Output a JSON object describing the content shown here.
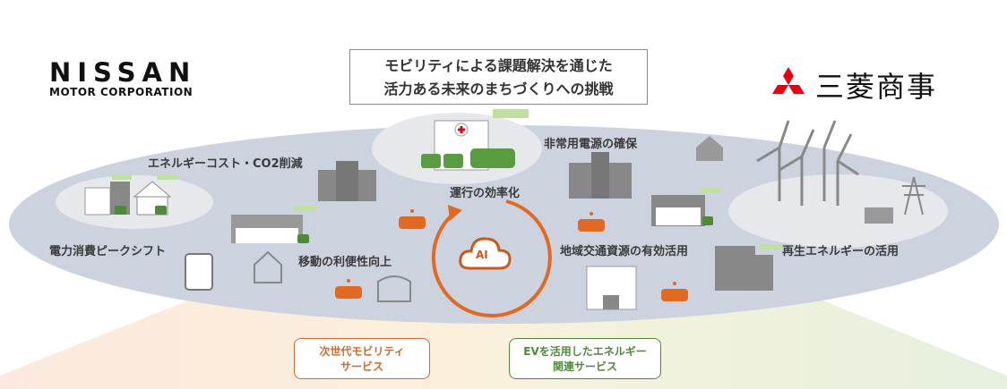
{
  "logos": {
    "nissan": {
      "name": "NISSAN",
      "sub": "MOTOR CORPORATION"
    },
    "mitsubishi": {
      "name": "三菱商事"
    }
  },
  "title": {
    "line1": "モビリティによる課題解決を通じた",
    "line2": "活力ある未来のまちづくりへの挑戦"
  },
  "labels": {
    "energy_cost": "エネルギーコスト・CO2削減",
    "peak_shift": "電力消費ピークシフト",
    "mobility_convenience": "移動の利便性向上",
    "operation_efficiency": "運行の効率化",
    "emergency_power": "非常用電源の確保",
    "local_transport": "地域交通資源の有効活用",
    "renewable": "再生エネルギーの活用",
    "ai": "AI"
  },
  "services": {
    "mobility": {
      "line1": "次世代モビリティ",
      "line2": "サービス"
    },
    "energy": {
      "line1": "EVを活用したエネルギー",
      "line2": "関連サービス"
    }
  },
  "colors": {
    "orange": "#e06a24",
    "green": "#4f8a3a",
    "ellipse": "#ccd3df",
    "red": "#e60012"
  }
}
